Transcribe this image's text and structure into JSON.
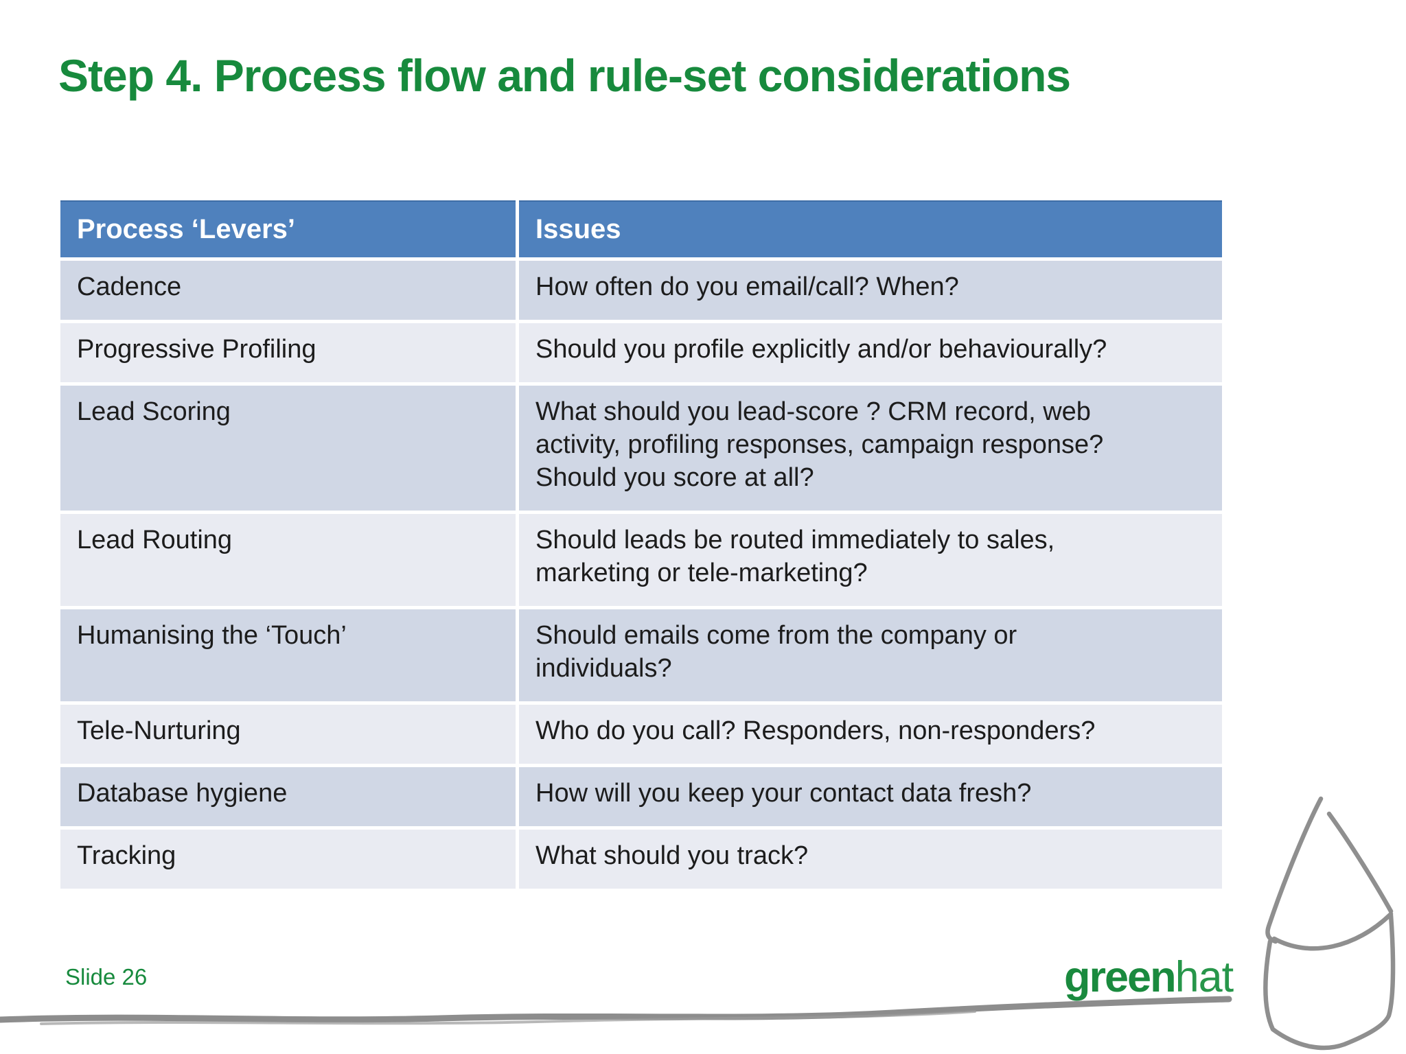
{
  "title": "Step 4. Process flow and rule-set considerations",
  "table": {
    "headers": [
      "Process ‘Levers’",
      "Issues"
    ],
    "rows": [
      {
        "lever": "Cadence",
        "issue": "How often do you email/call? When?"
      },
      {
        "lever": "Progressive Profiling",
        "issue": "Should you profile explicitly and/or behaviourally?"
      },
      {
        "lever": "Lead Scoring",
        "issue": "What should you lead-score ? CRM record, web\nactivity, profiling responses, campaign response?\nShould you score at all?"
      },
      {
        "lever": "Lead Routing",
        "issue": "Should leads be routed immediately to sales,\nmarketing or tele-marketing?"
      },
      {
        "lever": "Humanising the ‘Touch’",
        "issue": "Should emails come from the company or\nindividuals?"
      },
      {
        "lever": "Tele-Nurturing",
        "issue": "Who do you call? Responders, non-responders?"
      },
      {
        "lever": "Database hygiene",
        "issue": "How will you keep your contact data fresh?"
      },
      {
        "lever": "Tracking",
        "issue": "What should you track?"
      }
    ]
  },
  "footer": {
    "slide_label": "Slide 26",
    "logo": {
      "bold": "green",
      "regular": "hat"
    }
  },
  "icons": {
    "logo_box": "open-box-sketch-icon",
    "underline": "hand-drawn-horizontal-line"
  },
  "colors": {
    "title_green": "#178a3d",
    "header_blue": "#4f81bd",
    "row_dark": "#d0d7e5",
    "row_light": "#e9ebf2",
    "logo_green": "#1a8a3e",
    "sketch_gray": "#8d8d8d",
    "body_text": "#1c1c1c"
  }
}
